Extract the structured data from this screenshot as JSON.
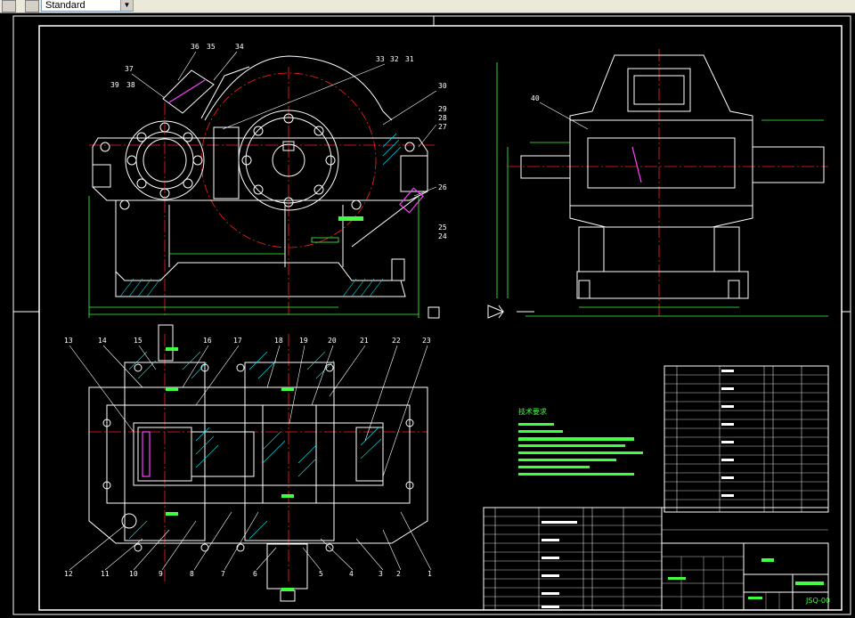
{
  "toolbar": {
    "style_combo_value": "Standard"
  },
  "drawing": {
    "front_view_labels": [
      "37",
      "36",
      "35",
      "34",
      "39",
      "38",
      "33",
      "32",
      "31",
      "30",
      "29",
      "28",
      "27",
      "26",
      "25",
      "24"
    ],
    "side_view_labels": [
      "40"
    ],
    "plan_view_top_labels": [
      "13",
      "14",
      "15",
      "16",
      "17",
      "18",
      "19",
      "20",
      "21",
      "22",
      "23"
    ],
    "plan_view_bottom_labels": [
      "12",
      "11",
      "10",
      "9",
      "8",
      "7",
      "6",
      "5",
      "4",
      "3",
      "2",
      "1"
    ],
    "tech_requirements_title": "技术要求",
    "title_block_code": "JSQ-00",
    "colors": {
      "background": "#000000",
      "outline": "#ffffff",
      "center_lines": "#ff2020",
      "dimensions": "#40ff40",
      "section_hatch": "#00e5ee"
    }
  }
}
